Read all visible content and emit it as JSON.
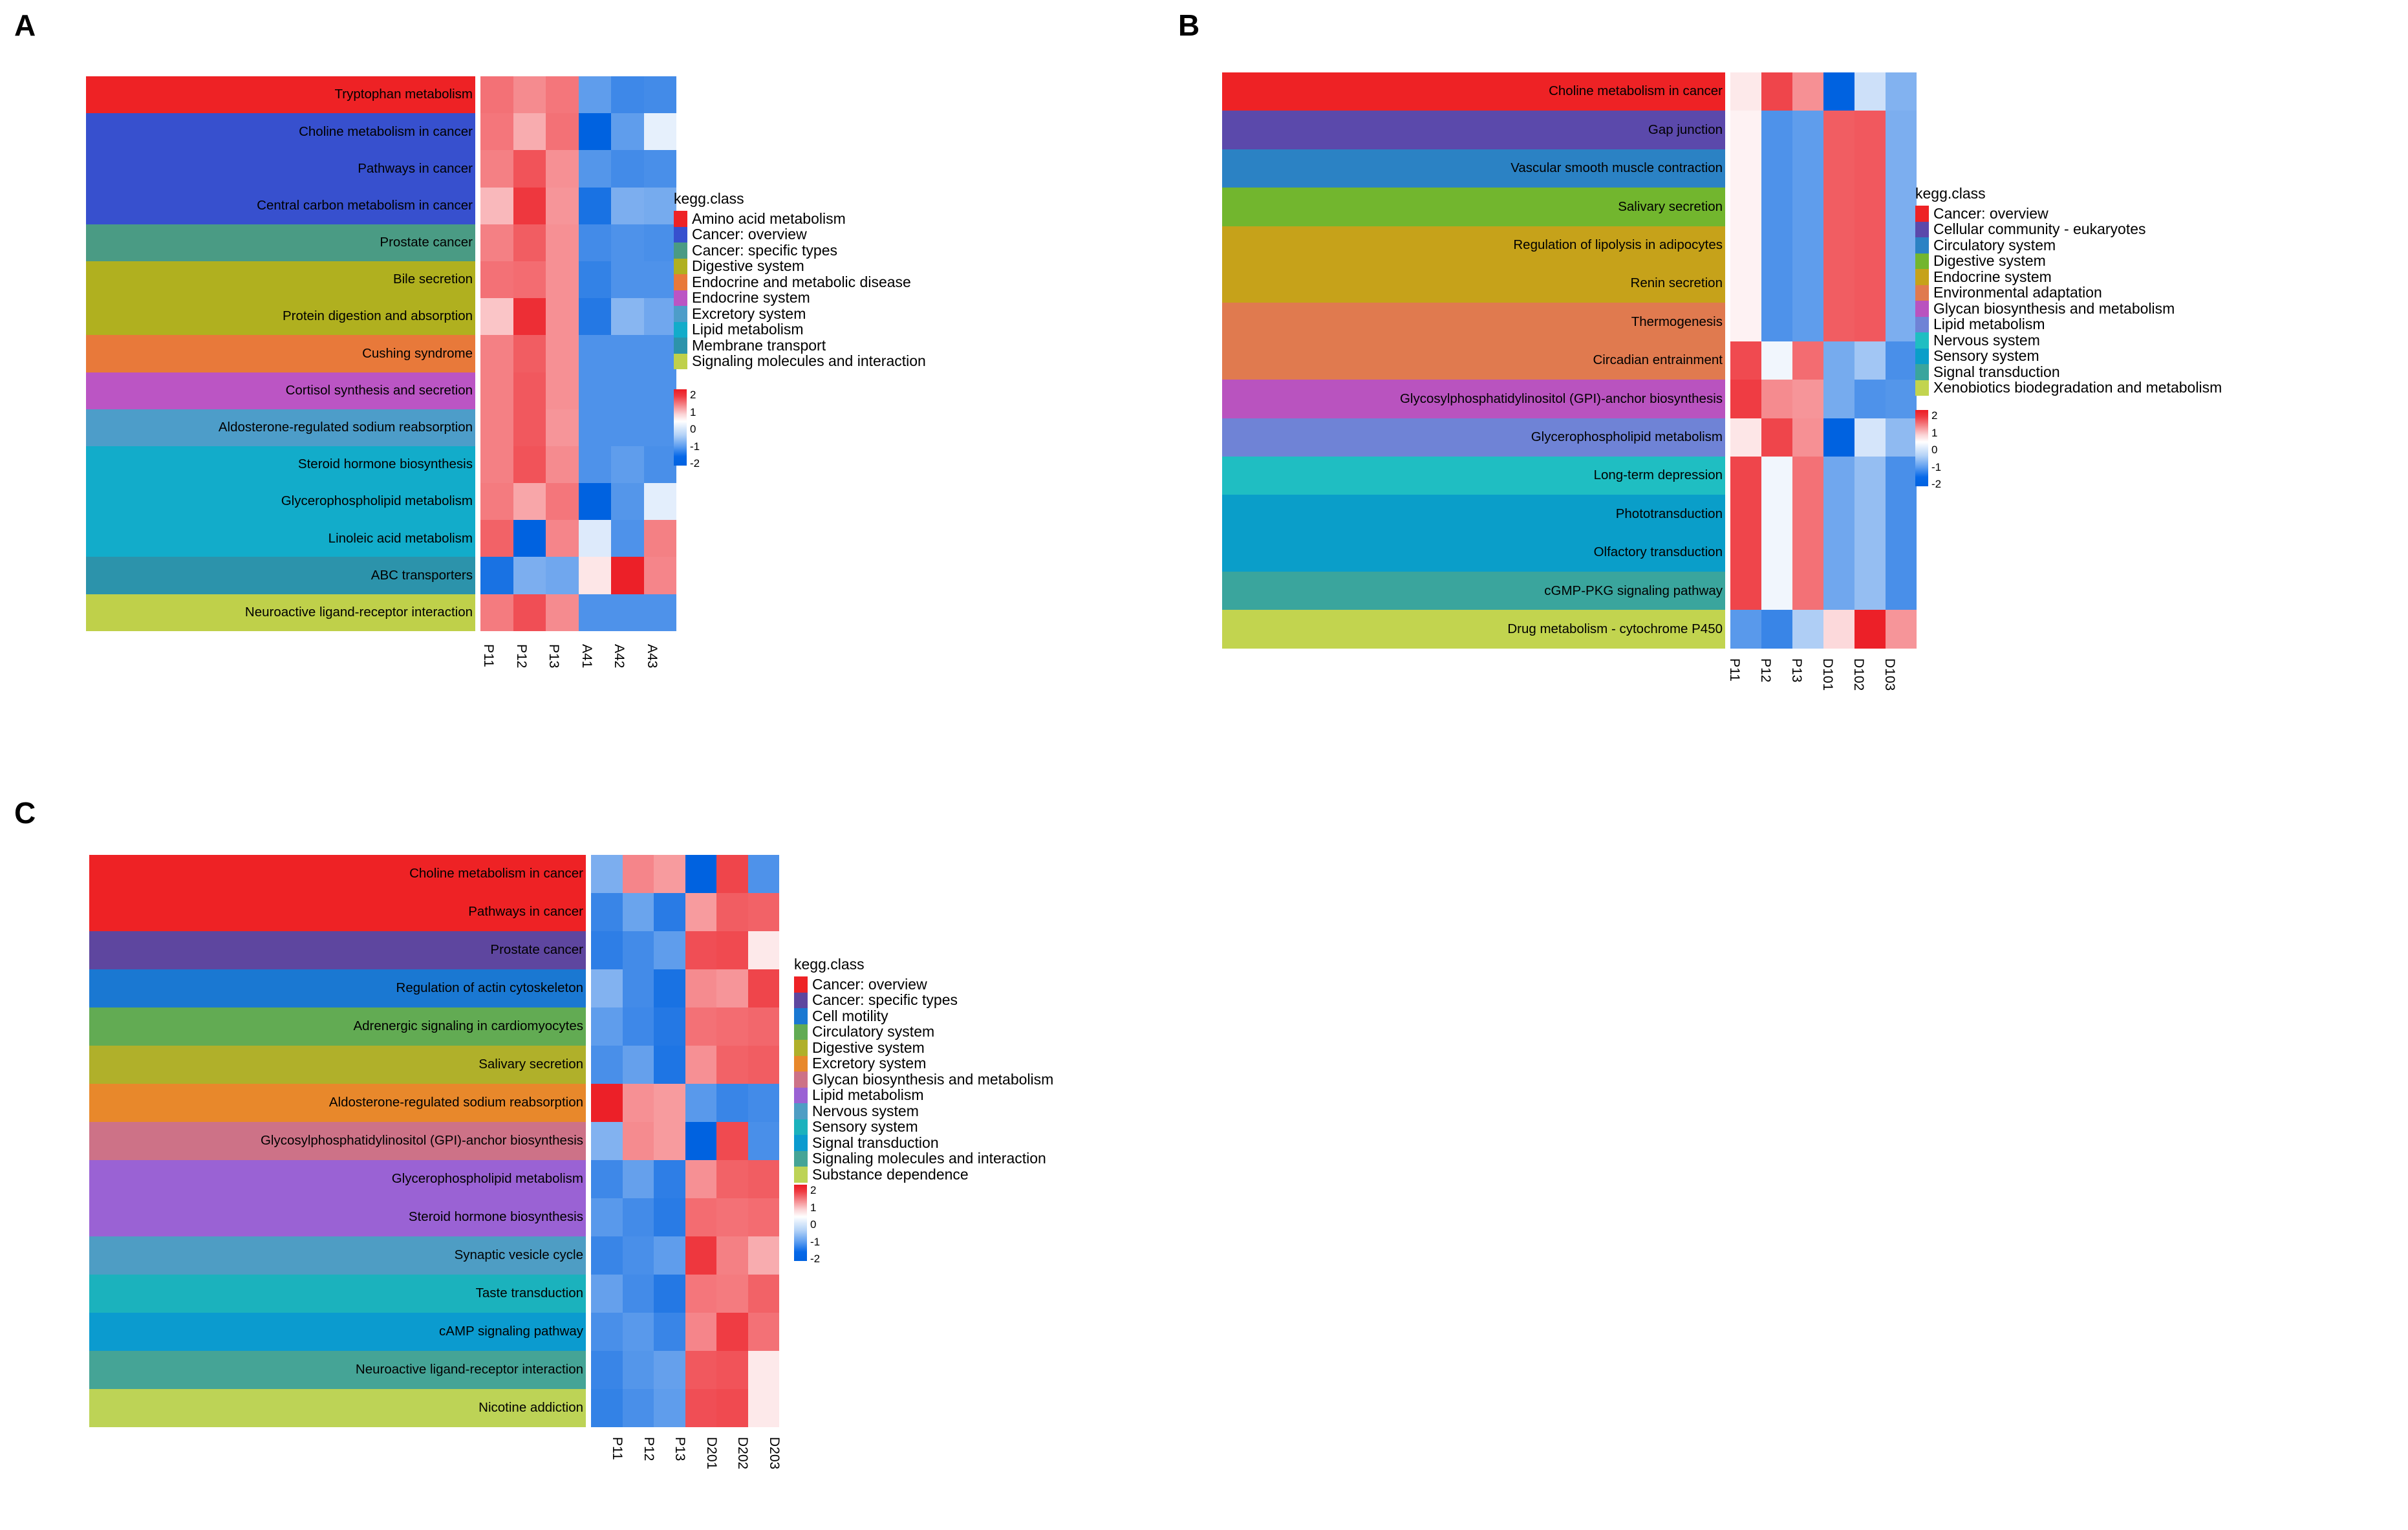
{
  "figure": {
    "colorscale": {
      "name": "expression-z-score",
      "ticks": [
        "2",
        "1",
        "0",
        "-1",
        "-2"
      ],
      "max": 2,
      "min": -2,
      "high_color": "#ec1c24",
      "mid_color": "#ffffff",
      "low_color": "#0062e0"
    },
    "legend_title": "kegg.class"
  },
  "panels": [
    {
      "letter": "A",
      "legend_title": "kegg.class",
      "classes": [
        {
          "label": "Amino acid metabolism",
          "color": "#ee2225"
        },
        {
          "label": "Cancer: overview",
          "color": "#3750ce"
        },
        {
          "label": "Cancer: specific types",
          "color": "#4a9b84"
        },
        {
          "label": "Digestive system",
          "color": "#b0b01f"
        },
        {
          "label": "Endocrine and metabolic disease",
          "color": "#e8793a"
        },
        {
          "label": "Endocrine system",
          "color": "#bb55c4"
        },
        {
          "label": "Excretory system",
          "color": "#4d9dc9"
        },
        {
          "label": "Lipid metabolism",
          "color": "#12acca"
        },
        {
          "label": "Membrane transport",
          "color": "#2c93ab"
        },
        {
          "label": "Signaling molecules and interaction",
          "color": "#bfd04a"
        }
      ],
      "columns": [
        "P11",
        "P12",
        "P13",
        "A41",
        "A42",
        "A43"
      ],
      "chart_data": {
        "type": "heatmap",
        "title": "",
        "xlabel": "",
        "ylabel": "",
        "x": [
          "P11",
          "P12",
          "P13",
          "A41",
          "A42",
          "A43"
        ],
        "zlim": [
          -2,
          2
        ],
        "rows": [
          {
            "pathway": "Tryptophan metabolism",
            "class": "Amino acid metabolism",
            "values": [
              1.1,
              0.85,
              1.05,
              -1.1,
              -1.4,
              -1.35
            ]
          },
          {
            "pathway": "Choline metabolism in cancer",
            "class": "Cancer: overview",
            "values": [
              1.05,
              0.55,
              1.1,
              -2.0,
              -1.1,
              -0.1
            ]
          },
          {
            "pathway": "Pathways in cancer",
            "class": "Cancer: overview",
            "values": [
              0.95,
              1.4,
              0.8,
              -1.2,
              -1.35,
              -1.3
            ]
          },
          {
            "pathway": "Central carbon metabolism in cancer",
            "class": "Cancer: overview",
            "values": [
              0.45,
              1.7,
              0.75,
              -1.75,
              -0.85,
              -0.9
            ]
          },
          {
            "pathway": "Prostate cancer",
            "class": "Cancer: specific types",
            "values": [
              0.95,
              1.3,
              0.8,
              -1.35,
              -1.25,
              -1.3
            ]
          },
          {
            "pathway": "Bile secretion",
            "class": "Digestive system",
            "values": [
              1.1,
              1.15,
              0.8,
              -1.5,
              -1.25,
              -1.25
            ]
          },
          {
            "pathway": "Protein digestion and absorption",
            "class": "Digestive system",
            "values": [
              0.35,
              1.8,
              0.8,
              -1.65,
              -0.75,
              -0.95
            ]
          },
          {
            "pathway": "Cushing syndrome",
            "class": "Endocrine and metabolic disease",
            "values": [
              0.95,
              1.3,
              0.8,
              -1.25,
              -1.25,
              -1.25
            ]
          },
          {
            "pathway": "Cortisol synthesis and secretion",
            "class": "Endocrine system",
            "values": [
              0.95,
              1.35,
              0.8,
              -1.25,
              -1.25,
              -1.25
            ]
          },
          {
            "pathway": "Aldosterone-regulated sodium reabsorption",
            "class": "Excretory system",
            "values": [
              0.95,
              1.35,
              0.75,
              -1.25,
              -1.25,
              -1.25
            ]
          },
          {
            "pathway": "Steroid hormone biosynthesis",
            "class": "Lipid metabolism",
            "values": [
              0.95,
              1.4,
              0.85,
              -1.25,
              -1.1,
              -1.3
            ]
          },
          {
            "pathway": "Glycerophospholipid metabolism",
            "class": "Lipid metabolism",
            "values": [
              1.0,
              0.6,
              1.05,
              -2.0,
              -1.2,
              -0.12
            ]
          },
          {
            "pathway": "Linoleic acid metabolism",
            "class": "Lipid metabolism",
            "values": [
              1.25,
              -2.0,
              0.9,
              -0.15,
              -1.25,
              0.95
            ]
          },
          {
            "pathway": "ABC transporters",
            "class": "Membrane transport",
            "values": [
              -1.75,
              -0.85,
              -0.95,
              0.12,
              1.95,
              0.9
            ]
          },
          {
            "pathway": "Neuroactive ligand-receptor interaction",
            "class": "Signaling molecules and interaction",
            "values": [
              1.0,
              1.45,
              0.85,
              -1.25,
              -1.25,
              -1.25
            ]
          }
        ]
      }
    },
    {
      "letter": "B",
      "legend_title": "kegg.class",
      "classes": [
        {
          "label": "Cancer: overview",
          "color": "#ee2225"
        },
        {
          "label": "Cellular community - eukaryotes",
          "color": "#5b49ab"
        },
        {
          "label": "Circulatory system",
          "color": "#2b82c4"
        },
        {
          "label": "Digestive system",
          "color": "#72b62e"
        },
        {
          "label": "Endocrine system",
          "color": "#c6a21a"
        },
        {
          "label": "Environmental adaptation",
          "color": "#e07a4f"
        },
        {
          "label": "Glycan biosynthesis and metabolism",
          "color": "#b953bf"
        },
        {
          "label": "Lipid metabolism",
          "color": "#6f83d6"
        },
        {
          "label": "Nervous system",
          "color": "#1fbec2"
        },
        {
          "label": "Sensory system",
          "color": "#0a9ec9"
        },
        {
          "label": "Signal transduction",
          "color": "#3aa59d"
        },
        {
          "label": "Xenobiotics biodegradation and metabolism",
          "color": "#c2d44f"
        }
      ],
      "columns": [
        "P11",
        "P12",
        "P13",
        "D101",
        "D102",
        "D103"
      ],
      "chart_data": {
        "type": "heatmap",
        "title": "",
        "xlabel": "",
        "ylabel": "",
        "x": [
          "P11",
          "P12",
          "P13",
          "D101",
          "D102",
          "D103"
        ],
        "zlim": [
          -2,
          2
        ],
        "rows": [
          {
            "pathway": "Choline metabolism in cancer",
            "class": "Cancer: overview",
            "values": [
              0.1,
              1.55,
              0.8,
              -2.0,
              -0.25,
              -0.8
            ]
          },
          {
            "pathway": "Gap junction",
            "class": "Cellular community - eukaryotes",
            "values": [
              0.05,
              -1.25,
              -1.1,
              1.3,
              1.35,
              -0.85
            ]
          },
          {
            "pathway": "Vascular smooth muscle contraction",
            "class": "Circulatory system",
            "values": [
              0.05,
              -1.25,
              -1.1,
              1.3,
              1.35,
              -0.85
            ]
          },
          {
            "pathway": "Salivary secretion",
            "class": "Digestive system",
            "values": [
              0.05,
              -1.25,
              -1.1,
              1.3,
              1.35,
              -0.85
            ]
          },
          {
            "pathway": "Regulation of lipolysis in adipocytes",
            "class": "Endocrine system",
            "values": [
              0.05,
              -1.25,
              -1.1,
              1.3,
              1.35,
              -0.85
            ]
          },
          {
            "pathway": "Renin secretion",
            "class": "Endocrine system",
            "values": [
              0.05,
              -1.25,
              -1.1,
              1.3,
              1.35,
              -0.85
            ]
          },
          {
            "pathway": "Thermogenesis",
            "class": "Environmental adaptation",
            "values": [
              0.05,
              -1.25,
              -1.1,
              1.3,
              1.35,
              -0.85
            ]
          },
          {
            "pathway": "Circadian entrainment",
            "class": "Environmental adaptation",
            "values": [
              1.5,
              -0.05,
              1.15,
              -0.9,
              -0.55,
              -1.3
            ]
          },
          {
            "pathway": "Glycosylphosphatidylinositol (GPI)-anchor biosynthesis",
            "class": "Glycan biosynthesis and metabolism",
            "values": [
              1.65,
              0.85,
              0.75,
              -0.9,
              -1.25,
              -1.2
            ]
          },
          {
            "pathway": "Glycerophospholipid metabolism",
            "class": "Lipid metabolism",
            "values": [
              0.12,
              1.55,
              0.8,
              -2.0,
              -0.2,
              -0.7
            ]
          },
          {
            "pathway": "Long-term depression",
            "class": "Nervous system",
            "values": [
              1.55,
              -0.05,
              1.1,
              -0.95,
              -0.65,
              -1.3
            ]
          },
          {
            "pathway": "Phototransduction",
            "class": "Sensory system",
            "values": [
              1.55,
              -0.05,
              1.1,
              -0.95,
              -0.65,
              -1.3
            ]
          },
          {
            "pathway": "Olfactory transduction",
            "class": "Sensory system",
            "values": [
              1.55,
              -0.05,
              1.1,
              -0.95,
              -0.65,
              -1.3
            ]
          },
          {
            "pathway": "cGMP-PKG signaling pathway",
            "class": "Signal transduction",
            "values": [
              1.55,
              -0.05,
              1.1,
              -0.95,
              -0.65,
              -1.3
            ]
          },
          {
            "pathway": "Drug metabolism - cytochrome P450",
            "class": "Xenobiotics biodegradation and metabolism",
            "values": [
              -1.15,
              -1.45,
              -0.45,
              0.2,
              1.95,
              0.75
            ]
          }
        ]
      }
    },
    {
      "letter": "C",
      "legend_title": "kegg.class",
      "classes": [
        {
          "label": "Cancer: overview",
          "color": "#ee2225"
        },
        {
          "label": "Cancer: specific types",
          "color": "#5e469f"
        },
        {
          "label": "Cell motility",
          "color": "#1a78d2"
        },
        {
          "label": "Circulatory system",
          "color": "#62ab53"
        },
        {
          "label": "Digestive system",
          "color": "#b0b02a"
        },
        {
          "label": "Excretory system",
          "color": "#e8882b"
        },
        {
          "label": "Glycan biosynthesis and metabolism",
          "color": "#cd7287"
        },
        {
          "label": "Lipid metabolism",
          "color": "#9a62d4"
        },
        {
          "label": "Nervous system",
          "color": "#4e9dc4"
        },
        {
          "label": "Sensory system",
          "color": "#1bb2bd"
        },
        {
          "label": "Signal transduction",
          "color": "#0b9bcf"
        },
        {
          "label": "Signaling molecules and interaction",
          "color": "#45a496"
        },
        {
          "label": "Substance dependence",
          "color": "#bdd356"
        }
      ],
      "columns": [
        "P11",
        "P12",
        "P13",
        "D201",
        "D202",
        "D203"
      ],
      "chart_data": {
        "type": "heatmap",
        "title": "",
        "xlabel": "",
        "ylabel": "",
        "x": [
          "P11",
          "P12",
          "P13",
          "D201",
          "D202",
          "D203"
        ],
        "zlim": [
          -2,
          2
        ],
        "rows": [
          {
            "pathway": "Choline metabolism in cancer",
            "class": "Cancer: overview",
            "values": [
              -0.85,
              0.9,
              0.7,
              -2.0,
              1.55,
              -1.25
            ]
          },
          {
            "pathway": "Pathways in cancer",
            "class": "Cancer: overview",
            "values": [
              -1.45,
              -1.0,
              -1.6,
              0.7,
              1.3,
              1.25
            ]
          },
          {
            "pathway": "Prostate cancer",
            "class": "Cancer: specific types",
            "values": [
              -1.55,
              -1.35,
              -1.1,
              1.45,
              1.5,
              0.1
            ]
          },
          {
            "pathway": "Regulation of actin cytoskeleton",
            "class": "Cell motility",
            "values": [
              -0.8,
              -1.35,
              -1.75,
              0.85,
              0.75,
              1.55
            ]
          },
          {
            "pathway": "Adrenergic signaling in cardiomyocytes",
            "class": "Circulatory system",
            "values": [
              -1.1,
              -1.4,
              -1.65,
              1.1,
              1.15,
              1.2
            ]
          },
          {
            "pathway": "Salivary secretion",
            "class": "Digestive system",
            "values": [
              -1.3,
              -1.05,
              -1.7,
              0.8,
              1.25,
              1.3
            ]
          },
          {
            "pathway": "Aldosterone-regulated sodium reabsorption",
            "class": "Excretory system",
            "values": [
              1.95,
              0.8,
              0.7,
              -1.15,
              -1.45,
              -1.35
            ]
          },
          {
            "pathway": "Glycosylphosphatidylinositol (GPI)-anchor biosynthesis",
            "class": "Glycan biosynthesis and metabolism",
            "values": [
              -0.8,
              0.85,
              0.7,
              -2.0,
              1.5,
              -1.3
            ]
          },
          {
            "pathway": "Glycerophospholipid metabolism",
            "class": "Lipid metabolism",
            "values": [
              -1.4,
              -1.05,
              -1.55,
              0.8,
              1.25,
              1.3
            ]
          },
          {
            "pathway": "Steroid hormone biosynthesis",
            "class": "Lipid metabolism",
            "values": [
              -1.15,
              -1.35,
              -1.6,
              1.15,
              1.1,
              1.15
            ]
          },
          {
            "pathway": "Synaptic vesicle cycle",
            "class": "Nervous system",
            "values": [
              -1.45,
              -1.3,
              -1.1,
              1.7,
              0.95,
              0.55
            ]
          },
          {
            "pathway": "Taste transduction",
            "class": "Sensory system",
            "values": [
              -1.05,
              -1.35,
              -1.65,
              1.05,
              1.0,
              1.25
            ]
          },
          {
            "pathway": "cAMP signaling pathway",
            "class": "Signal transduction",
            "values": [
              -1.3,
              -1.15,
              -1.45,
              0.9,
              1.65,
              1.1
            ]
          },
          {
            "pathway": "Neuroactive ligand-receptor interaction",
            "class": "Signaling molecules and interaction",
            "values": [
              -1.45,
              -1.2,
              -1.05,
              1.35,
              1.4,
              0.1
            ]
          },
          {
            "pathway": "Nicotine addiction",
            "class": "Substance dependence",
            "values": [
              -1.5,
              -1.3,
              -1.1,
              1.45,
              1.5,
              0.1
            ]
          }
        ]
      }
    }
  ]
}
